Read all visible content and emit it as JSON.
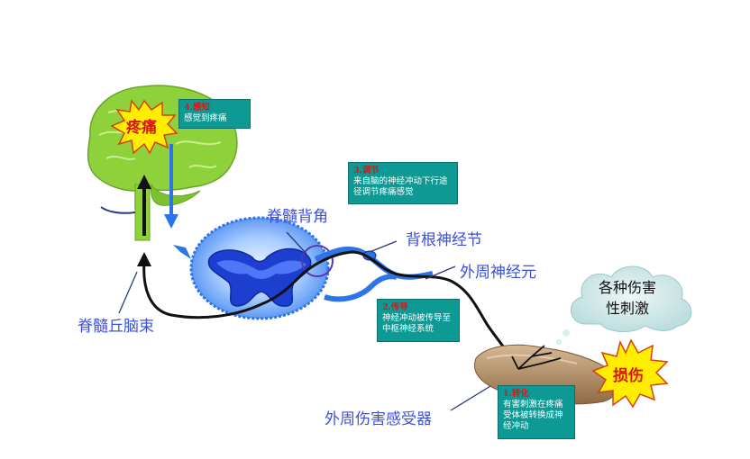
{
  "brain": {
    "pain_label": "疼痛"
  },
  "injury": {
    "label": "损伤"
  },
  "cloud": {
    "line1": "各种伤害",
    "line2": "性刺激"
  },
  "labels": {
    "dorsal_horn": "脊髓背角",
    "dorsal_root_ganglion": "背根神经节",
    "peripheral_neuron": "外周神经元",
    "spinothalamic_tract": "脊髓丘脑束",
    "nociceptor": "外周伤害感受器"
  },
  "steps": {
    "perception": {
      "title": "4.感知",
      "body": "感觉到疼痛"
    },
    "modulation": {
      "title": "3.调节",
      "body": "来自脑的神经冲动下行途径调节疼痛感觉"
    },
    "transmission": {
      "title": "2.传导",
      "body": "神经冲动被传导至中枢神经系统"
    },
    "transduction": {
      "title": "1.转化",
      "body": "有害刺激在疼痛受体被转换成神经冲动"
    }
  },
  "colors": {
    "teal_box": "#0d9a94",
    "label_blue": "#3a4fe0",
    "brain_green": "#8fd13a",
    "spinal_blue": "#2c74e8",
    "step_title_red": "#d81818",
    "burst_yellow": "#ffee00"
  }
}
